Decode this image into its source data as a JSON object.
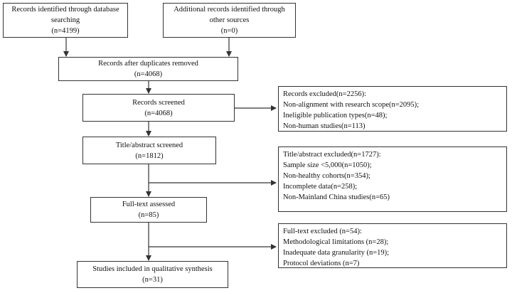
{
  "boxes": {
    "db_records": {
      "lines": [
        "Records identified through database",
        "searching",
        "(n=4199)"
      ]
    },
    "other_records": {
      "lines": [
        "Additional records identified through",
        "other sources",
        "(n=0)"
      ]
    },
    "dup_removed": {
      "lines": [
        "Records after duplicates removed",
        "(n=4068)"
      ]
    },
    "screened": {
      "lines": [
        "Records screened",
        "(n=4068)"
      ]
    },
    "excluded": {
      "lines": [
        "Records excluded(n=2256):",
        "Non-alignment with research scope(n=2095);",
        "Ineligible publication types(n=48);",
        "Non-human studies(n=113)"
      ]
    },
    "title_screened": {
      "lines": [
        "Title/abstract screened",
        "(n=1812)"
      ]
    },
    "title_excluded": {
      "lines": [
        "Title/abstract excluded(n=1727):",
        "Sample size <5,000(n=1050);",
        "Non-healthy cohorts(n=354);",
        "Incomplete data(n=258);",
        "Non-Mainland China studies(n=65)"
      ]
    },
    "fulltext": {
      "lines": [
        "Full-text assessed",
        "(n=85)"
      ]
    },
    "fulltext_excluded": {
      "lines": [
        "Full-text excluded (n=54):",
        "Methodological limitations (n=28);",
        "Inadequate data granularity (n=19);",
        "Protocol deviations (n=7)"
      ]
    },
    "included": {
      "lines": [
        "Studies included in qualitative synthesis",
        "(n=31)"
      ]
    }
  }
}
